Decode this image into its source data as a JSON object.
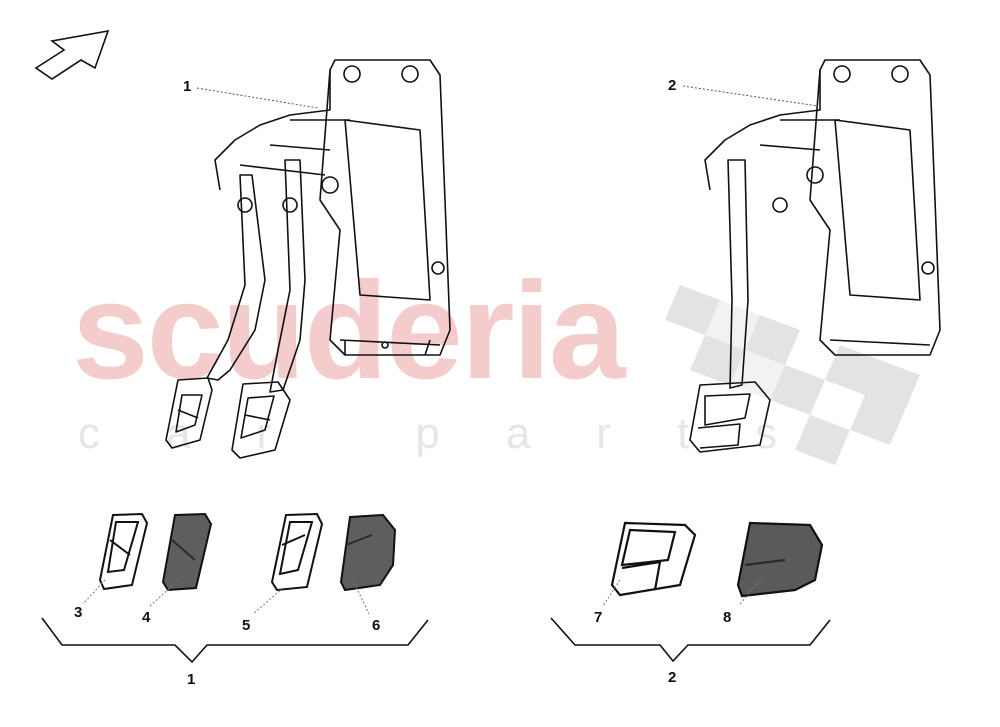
{
  "watermark": {
    "brand": "scuderia",
    "tagline": "car parts",
    "brand_color": "#f4cccc",
    "tagline_color": "#e6e6e6"
  },
  "direction_arrow": {
    "icon": "arrow-up-right-icon"
  },
  "assemblies": [
    {
      "id": "1",
      "description": "pedal box with two pedals",
      "callout": "1"
    },
    {
      "id": "2",
      "description": "pedal box with single pedal",
      "callout": "2"
    }
  ],
  "parts": [
    {
      "callout": "3",
      "description": "light pedal pad frame"
    },
    {
      "callout": "4",
      "description": "dark pedal pad"
    },
    {
      "callout": "5",
      "description": "light pedal pad frame"
    },
    {
      "callout": "6",
      "description": "dark pedal pad"
    },
    {
      "callout": "7",
      "description": "light wide pedal pad"
    },
    {
      "callout": "8",
      "description": "dark wide pedal pad"
    }
  ],
  "groups": [
    {
      "label": "1",
      "members": [
        "3",
        "4",
        "5",
        "6"
      ]
    },
    {
      "label": "2",
      "members": [
        "7",
        "8"
      ]
    }
  ]
}
